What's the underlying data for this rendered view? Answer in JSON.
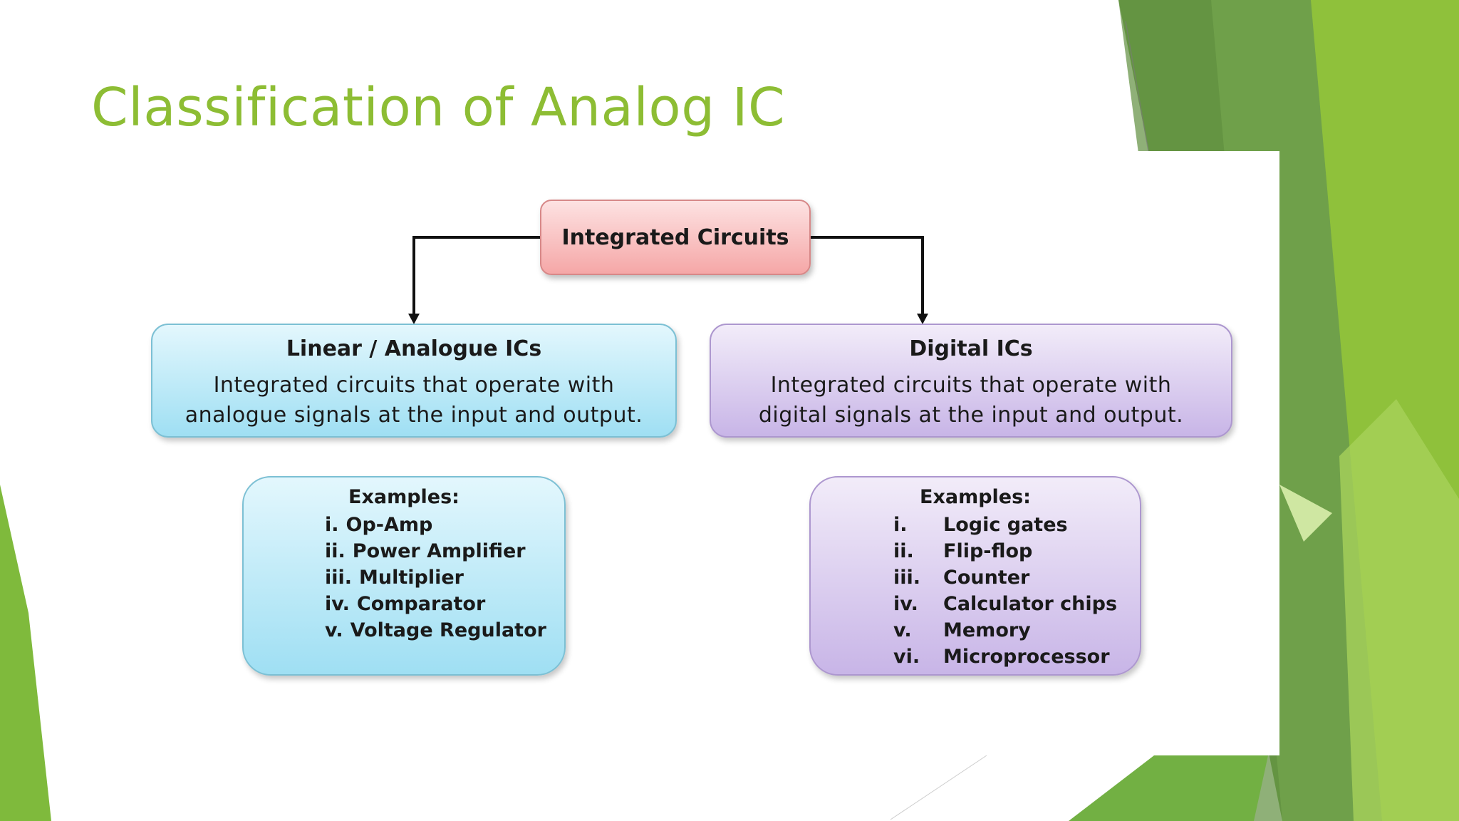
{
  "slide": {
    "title": "Classification of Analog IC",
    "accent_color": "#8dbd34"
  },
  "diagram": {
    "root": {
      "label": "Integrated Circuits"
    },
    "categories": [
      {
        "title": "Linear / Analogue ICs",
        "description_line1": "Integrated circuits that operate with",
        "description_line2": "analogue signals at the input and output.",
        "examples_title": "Examples:",
        "examples": [
          {
            "num": "i.",
            "text": "Op-Amp"
          },
          {
            "num": "ii.",
            "text": "Power Amplifier"
          },
          {
            "num": "iii.",
            "text": "Multiplier"
          },
          {
            "num": "iv.",
            "text": "Comparator"
          },
          {
            "num": "v.",
            "text": "Voltage Regulator"
          }
        ]
      },
      {
        "title": "Digital ICs",
        "description_line1": "Integrated circuits that operate with",
        "description_line2": "digital signals at the input and output.",
        "examples_title": "Examples:",
        "examples": [
          {
            "num": "i.",
            "text": "Logic gates"
          },
          {
            "num": "ii.",
            "text": "Flip-flop"
          },
          {
            "num": "iii.",
            "text": "Counter"
          },
          {
            "num": "iv.",
            "text": "Calculator chips"
          },
          {
            "num": "v.",
            "text": "Memory"
          },
          {
            "num": "vi.",
            "text": "Microprocessor"
          }
        ]
      }
    ]
  }
}
